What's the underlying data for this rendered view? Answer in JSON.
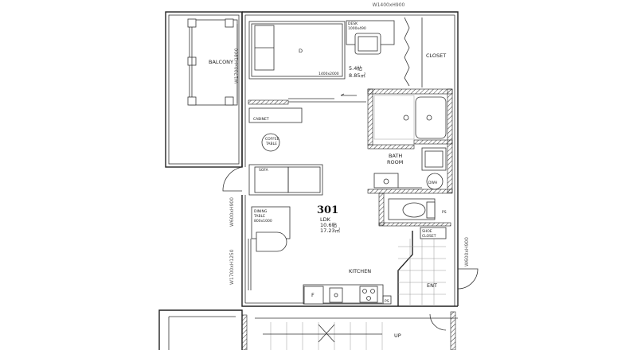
{
  "plan": {
    "unit_number": "301",
    "window_top": "W1400xH900",
    "window_left_balcony": "W1700xH1800",
    "window_left_lower": "W1700xH1250",
    "window_left_mid": "W600xH900",
    "window_right_entry": "W600xH900",
    "rooms": {
      "balcony": "BALCONY",
      "bedroom_label": "D",
      "bedroom_bed_dim": "1400x2000",
      "bedroom_area_tatami": "5.4帖",
      "bedroom_area_m2": "8.85㎡",
      "desk": "DESK",
      "desk_dim": "1000x490",
      "closet": "CLOSET",
      "cabinet": "CABINET",
      "coffee_table_1": "COFFEE",
      "coffee_table_2": "TABLE",
      "sofa": "SOFA",
      "dining_1": "DINING",
      "dining_2": "TABLE",
      "dining_dim": "800x1000",
      "ldk": "LDK",
      "ldk_area_tatami": "10.6帖",
      "ldk_area_m2": "17.23㎡",
      "bath_1": "BATH",
      "bath_2": "ROOM",
      "dwh": "DWH",
      "ps_1": "PS",
      "ps_2": "PS",
      "shoe_1": "SHOE",
      "shoe_2": "CLOSET",
      "kitchen": "KITCHEN",
      "fridge": "F",
      "entry": "ENT",
      "stairs_up": "UP"
    }
  }
}
